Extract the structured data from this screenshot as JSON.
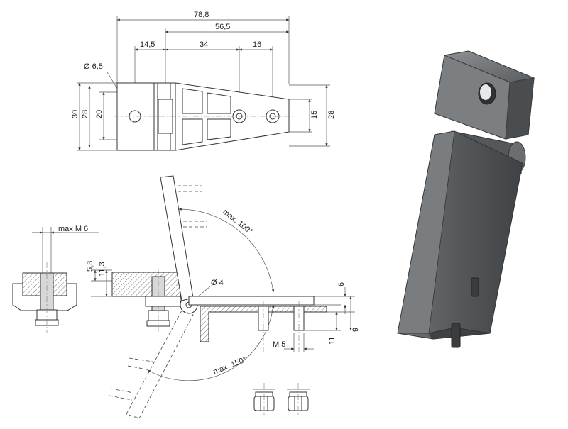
{
  "top_view": {
    "dims": {
      "overall_length": "78,8",
      "base_length": "56,5",
      "offset": "14,5",
      "hole_spacing_a": "34",
      "hole_spacing_b": "16",
      "hole_diameter": "Ø 6,5",
      "height_outer": "30",
      "height_mid": "28",
      "height_inner": "20",
      "tip_height": "15",
      "tip_outer": "28"
    }
  },
  "side_view": {
    "thread": "max M 6",
    "dim_a": "5,3",
    "dim_b": "11,3",
    "pin_diameter": "Ø 4",
    "angle_up": "max. 100°",
    "angle_down": "max. 150°",
    "bolt_thread": "M 5",
    "dim_six": "6",
    "dim_nine": "9",
    "dim_eleven": "11"
  },
  "colors": {
    "line": "#333333",
    "render_dark": "#4a4d50",
    "render_mid": "#6b6e71",
    "render_light": "#9a9da0"
  }
}
